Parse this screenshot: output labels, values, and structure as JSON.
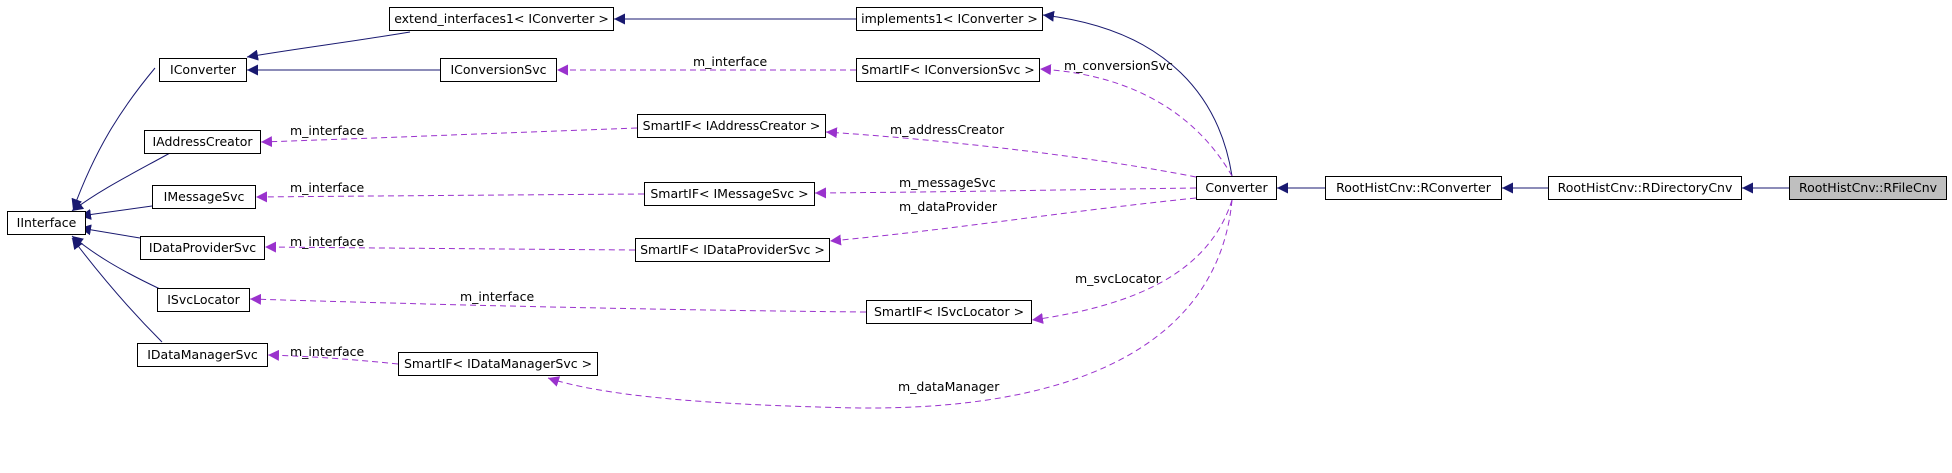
{
  "colors": {
    "inheritance_edge": "#191970",
    "usage_edge": "#9a32cd",
    "node_border": "#000000",
    "highlight_fill": "#bfbfbf"
  },
  "nodes": {
    "iinterface": "IInterface",
    "iconverter": "IConverter",
    "iaddresscreator": "IAddressCreator",
    "imessagesvc": "IMessageSvc",
    "idataprovidersvc": "IDataProviderSvc",
    "isvclocator": "ISvcLocator",
    "idatamanagersvc": "IDataManagerSvc",
    "extend_interfaces": "extend_interfaces1< IConverter >",
    "iconversionsvc": "IConversionSvc",
    "implements1": "implements1< IConverter >",
    "smartif_conversionsvc": "SmartIF< IConversionSvc >",
    "smartif_addresscreator": "SmartIF< IAddressCreator >",
    "smartif_messagesvc": "SmartIF< IMessageSvc >",
    "smartif_dataprovidersvc": "SmartIF< IDataProviderSvc >",
    "smartif_svclocator": "SmartIF< ISvcLocator >",
    "smartif_datamanagersvc": "SmartIF< IDataManagerSvc >",
    "converter": "Converter",
    "rconverter": "RootHistCnv::RConverter",
    "rdirectorycnv": "RootHistCnv::RDirectoryCnv",
    "rfilecnv": "RootHistCnv::RFileCnv"
  },
  "edge_labels": {
    "m_interface_conversion": "m_interface",
    "m_interface_addresscreator": "m_interface",
    "m_interface_messagesvc": "m_interface",
    "m_interface_dataprovider": "m_interface",
    "m_interface_svclocator": "m_interface",
    "m_interface_datamanager": "m_interface",
    "m_conversionSvc": "m_conversionSvc",
    "m_addressCreator": "m_addressCreator",
    "m_messageSvc": "m_messageSvc",
    "m_dataProvider": "m_dataProvider",
    "m_svcLocator": "m_svcLocator",
    "m_dataManager": "m_dataManager"
  }
}
